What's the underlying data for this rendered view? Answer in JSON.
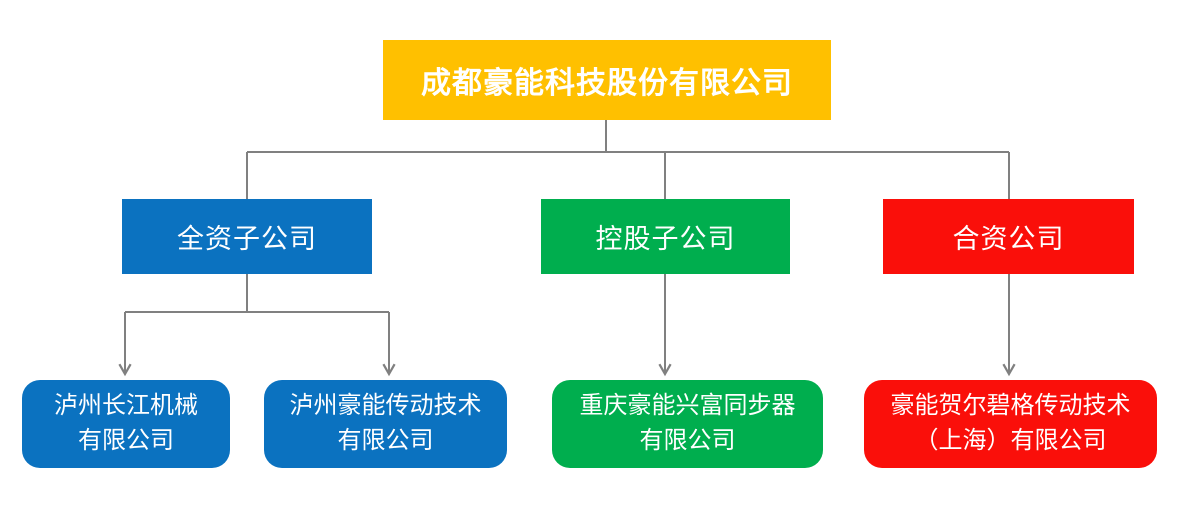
{
  "diagram": {
    "root": {
      "label": "成都豪能科技股份有限公司",
      "color": "#FFC000"
    },
    "branches": [
      {
        "label": "全资子公司",
        "color": "#0B72C0"
      },
      {
        "label": "控股子公司",
        "color": "#00AE4E"
      },
      {
        "label": "合资公司",
        "color": "#FA0F0A"
      }
    ],
    "leaves": [
      {
        "label": "泸州长江机械\n有限公司",
        "color": "#0B72C0",
        "parent": "全资子公司"
      },
      {
        "label": "泸州豪能传动技术\n有限公司",
        "color": "#0B72C0",
        "parent": "全资子公司"
      },
      {
        "label": "重庆豪能兴富同步器\n有限公司",
        "color": "#00AE4E",
        "parent": "控股子公司"
      },
      {
        "label": "豪能贺尔碧格传动技术\n（上海）有限公司",
        "color": "#FA0F0A",
        "parent": "合资公司"
      }
    ],
    "connector_color": "#808080",
    "text_color": "#FFFFFF"
  }
}
